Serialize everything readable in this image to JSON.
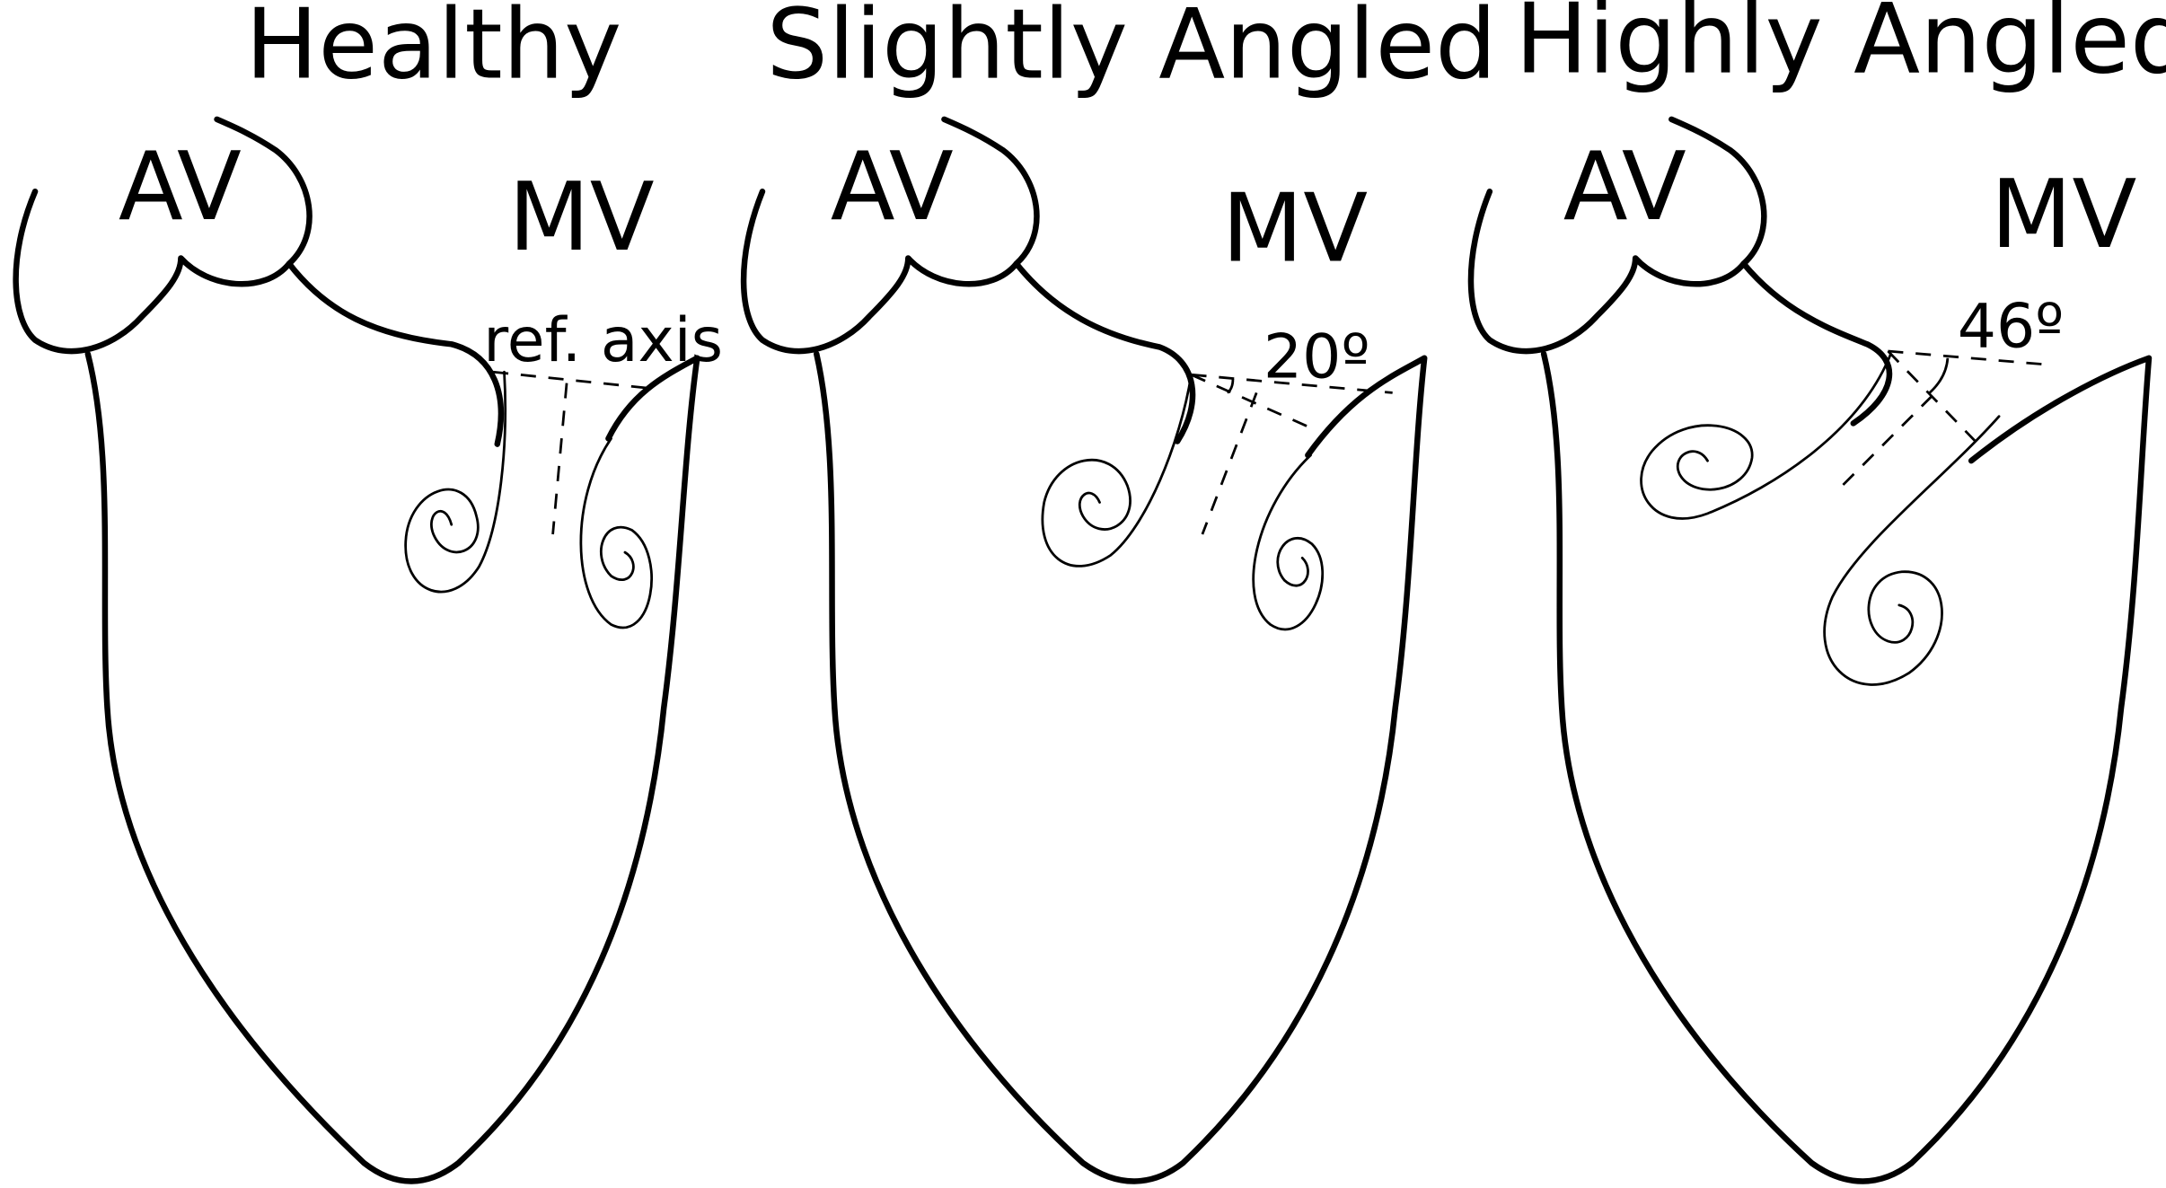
{
  "panels": [
    {
      "title": "Healthy",
      "av_label": "AV",
      "mv_label": "MV",
      "angle_label": "ref. axis"
    },
    {
      "title": "Slightly Angled",
      "av_label": "AV",
      "mv_label": "MV",
      "angle_label": "20º",
      "angle_deg": 20
    },
    {
      "title": "Highly Angled",
      "av_label": "AV",
      "mv_label": "MV",
      "angle_label": "46º",
      "angle_deg": 46
    }
  ]
}
